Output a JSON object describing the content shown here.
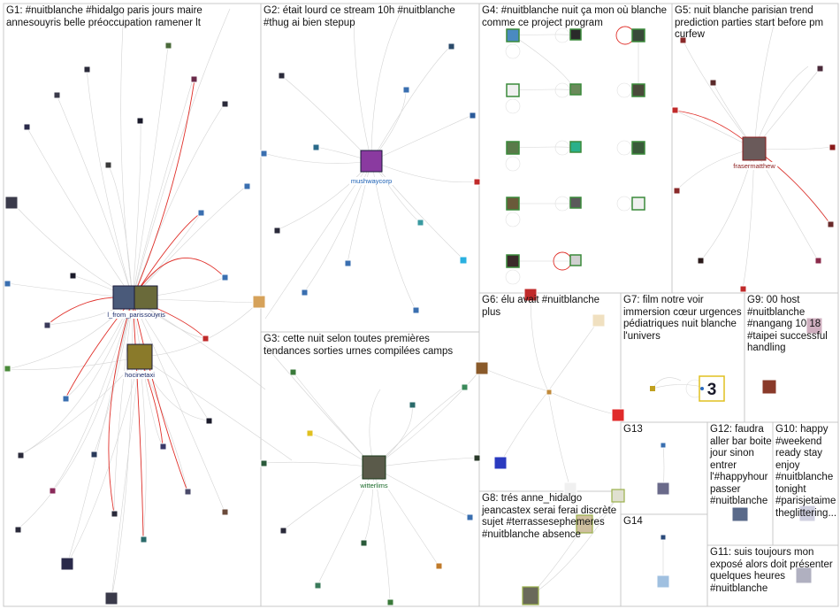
{
  "panels": [
    {
      "id": "G1",
      "text": "G1: #nuitblanche #hidalgo paris jours maire annesouyris belle préoccupation ramener lt"
    },
    {
      "id": "G2",
      "text": "G2: était lourd ce stream 10h #nuitblanche #thug ai bien stepup"
    },
    {
      "id": "G3",
      "text": "G3: cette nuit selon toutes premières tendances sorties urnes compilées camps"
    },
    {
      "id": "G4",
      "text": "G4: #nuitblanche nuit ça mon où blanche comme ce project program"
    },
    {
      "id": "G5",
      "text": "G5: nuit blanche parisian trend prediction parties start before pm curfew"
    },
    {
      "id": "G6",
      "text": "G6: élu avait #nuitblanche plus"
    },
    {
      "id": "G7",
      "text": "G7: film notre voir immersion cœur urgences pédiatriques nuit blanche l'univers"
    },
    {
      "id": "G8",
      "text": "G8: trés anne_hidalgo jeancastex serai ferai discrète sujet #terrassesephemeres #nuitblanche absence"
    },
    {
      "id": "G9",
      "text": "G9: 00 host #nuitblanche #nangang 10 18 #taipei successful handling"
    },
    {
      "id": "G10",
      "text": "G10: happy #weekend ready stay enjoy #nuitblanche tonight #parisjetaime theglittering..."
    },
    {
      "id": "G11",
      "text": "G11: suis toujours mon exposé alors doit présenter quelques heures #nuitblanche"
    },
    {
      "id": "G12",
      "text": "G12: faudra aller bar boite jour sinon entrer l'#happyhour passer #nuitblanche"
    },
    {
      "id": "G13",
      "text": "G13"
    },
    {
      "id": "G14",
      "text": "G14"
    }
  ],
  "node_labels": {
    "l_from_paris": "l_from_paris",
    "annesouyris": "souyris",
    "hocinetaxi": "hocinetaxi",
    "mushwaycorp": "mushwaycorp",
    "witterlims": "witterlims",
    "frasermatthew": "frasermatthew"
  },
  "colors": {
    "panel_border": "#c8c8c8",
    "edge": "#d4d4d4",
    "mention_edge": "#e0302a",
    "label_link": "#1a5fb4",
    "node_dark": "#2a2a3a",
    "node_blue": "#3a6fb0",
    "node_green": "#3a8a3a"
  }
}
